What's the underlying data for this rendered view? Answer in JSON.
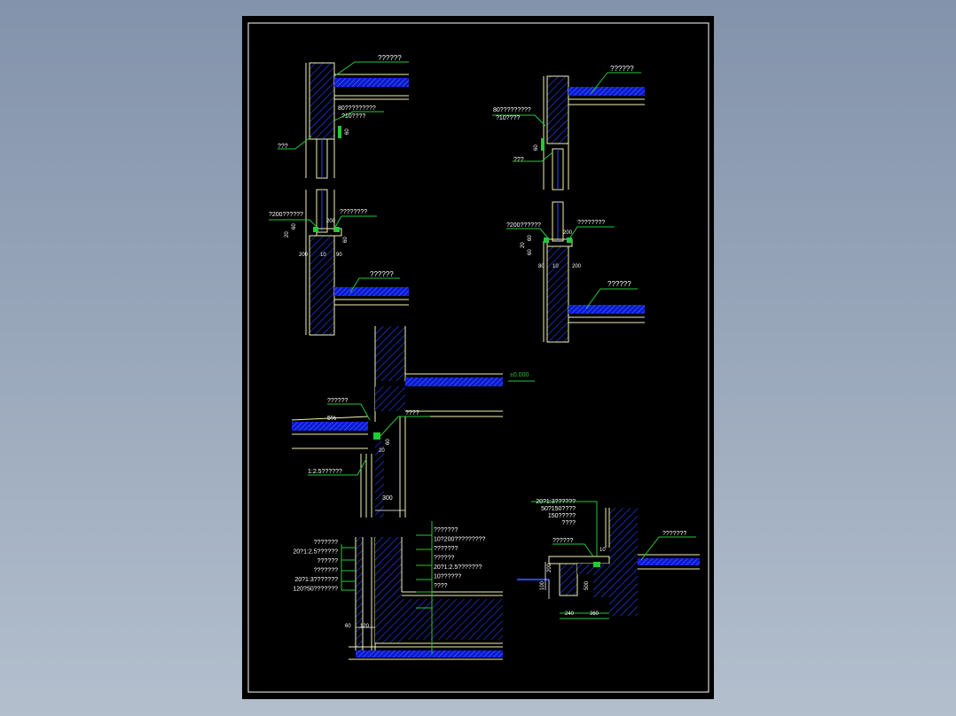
{
  "colors": {
    "background": "#000000",
    "frame": "#ffffff",
    "wall_outline": "#f2f2b0",
    "wall_fill_hatch": "#2b44ff",
    "leader": "#23c93a",
    "text": "#ffffff",
    "dimension": "#ffffff"
  },
  "details": {
    "d1": {
      "label_top": "??????",
      "label_mid_a": "80?????????",
      "label_mid_b": "?10????",
      "label_left": "???",
      "dim": "60"
    },
    "d2": {
      "label_top": "??????",
      "label_mid_a": "80?????????",
      "label_mid_b": "?10????",
      "label_left": "???",
      "dim": "60"
    },
    "d3": {
      "label_left": "?200??????",
      "label_right": "????????",
      "dim_200a": "200",
      "dim_20": "20",
      "dim_60a": "60",
      "dim_60b": "60",
      "dim_200b": "200",
      "dim_10": "10",
      "dim_90": "90",
      "label_bottom": "??????"
    },
    "d4": {
      "label_left": "?200??????",
      "label_right": "????????",
      "dim_200a": "200",
      "dim_20": "20",
      "dim_60a": "60",
      "dim_60b": "60",
      "dim_80": "80",
      "dim_10": "10",
      "dim_200b": "200",
      "label_bottom": "??????"
    },
    "d5": {
      "elevation": "±0.000",
      "label_left": "??????",
      "slope": "5%",
      "label_right": "????",
      "dim_60": "60",
      "dim_20": "20",
      "label_bottom": "1:2.5??????",
      "dim_300": "300"
    },
    "d6": {
      "left_notes": [
        "???????",
        "20?1:2.5??????",
        "??????",
        "???????",
        "20?1:3???????",
        "120?50???????"
      ],
      "right_notes": [
        "???????",
        "10?200?????????",
        "???????",
        "??????",
        "20?1:2.5???????",
        "10??????",
        "????"
      ],
      "dim_60": "60",
      "dim_120": "120"
    },
    "d7": {
      "top_notes": [
        "20?1:3??????",
        "50?150????",
        "150?????",
        "????"
      ],
      "label_mid": "??????",
      "label_right": "???????",
      "dim_10": "10",
      "dim_200": "200",
      "dim_100": "100",
      "dim_500": "500",
      "dim_240": "240",
      "dim_360": "360"
    }
  }
}
